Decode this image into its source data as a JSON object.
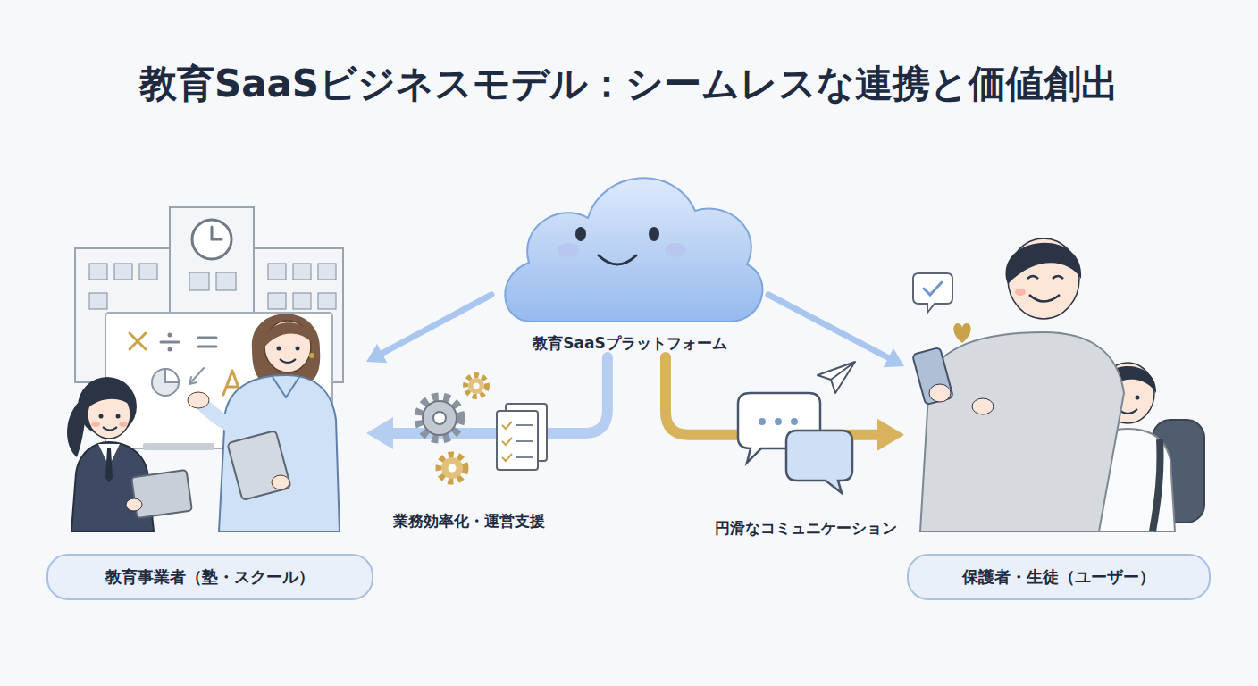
{
  "diagram": {
    "title": "教育SaaSビジネスモデル：シームレスな連携と価値創出",
    "nodes": [
      {
        "text": [
          "教育SaaSプラットフォーム"
        ]
      },
      {
        "text": [
          "教育事業者（塾・スクール）"
        ]
      },
      {
        "text": [
          "保護者・生徒（ユーザー）"
        ]
      }
    ],
    "edges": [
      {
        "from": 0,
        "to": 1,
        "arrow": "to"
      },
      {
        "from": 0,
        "to": 2,
        "arrow": "to"
      },
      {
        "from": 0,
        "to": 1,
        "label": "業務効率化・運営支援",
        "arrow": "to"
      },
      {
        "from": 0,
        "to": 2,
        "label": "円滑なコミュニケーション",
        "arrow": "to"
      }
    ]
  }
}
